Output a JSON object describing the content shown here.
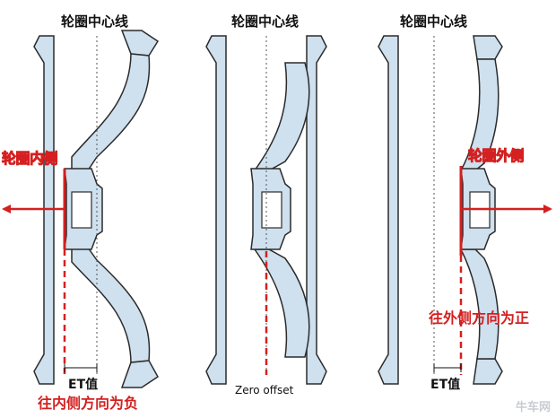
{
  "titles": {
    "left": "轮圈中心线",
    "middle": "轮圈中心线",
    "right": "轮圈中心线"
  },
  "labels": {
    "inner_side": "轮圈内侧",
    "outer_side": "轮圈外侧",
    "et_left": "ET值",
    "et_right": "ET值",
    "zero_offset": "Zero offset",
    "negative_direction": "往内侧方向为负",
    "positive_direction": "往外侧方向为正"
  },
  "watermark": "牛车网",
  "colors": {
    "rim_fill": "#cfe0ee",
    "rim_stroke": "#2b2b2b",
    "accent_red": "#d42020",
    "centerline": "#555555"
  }
}
